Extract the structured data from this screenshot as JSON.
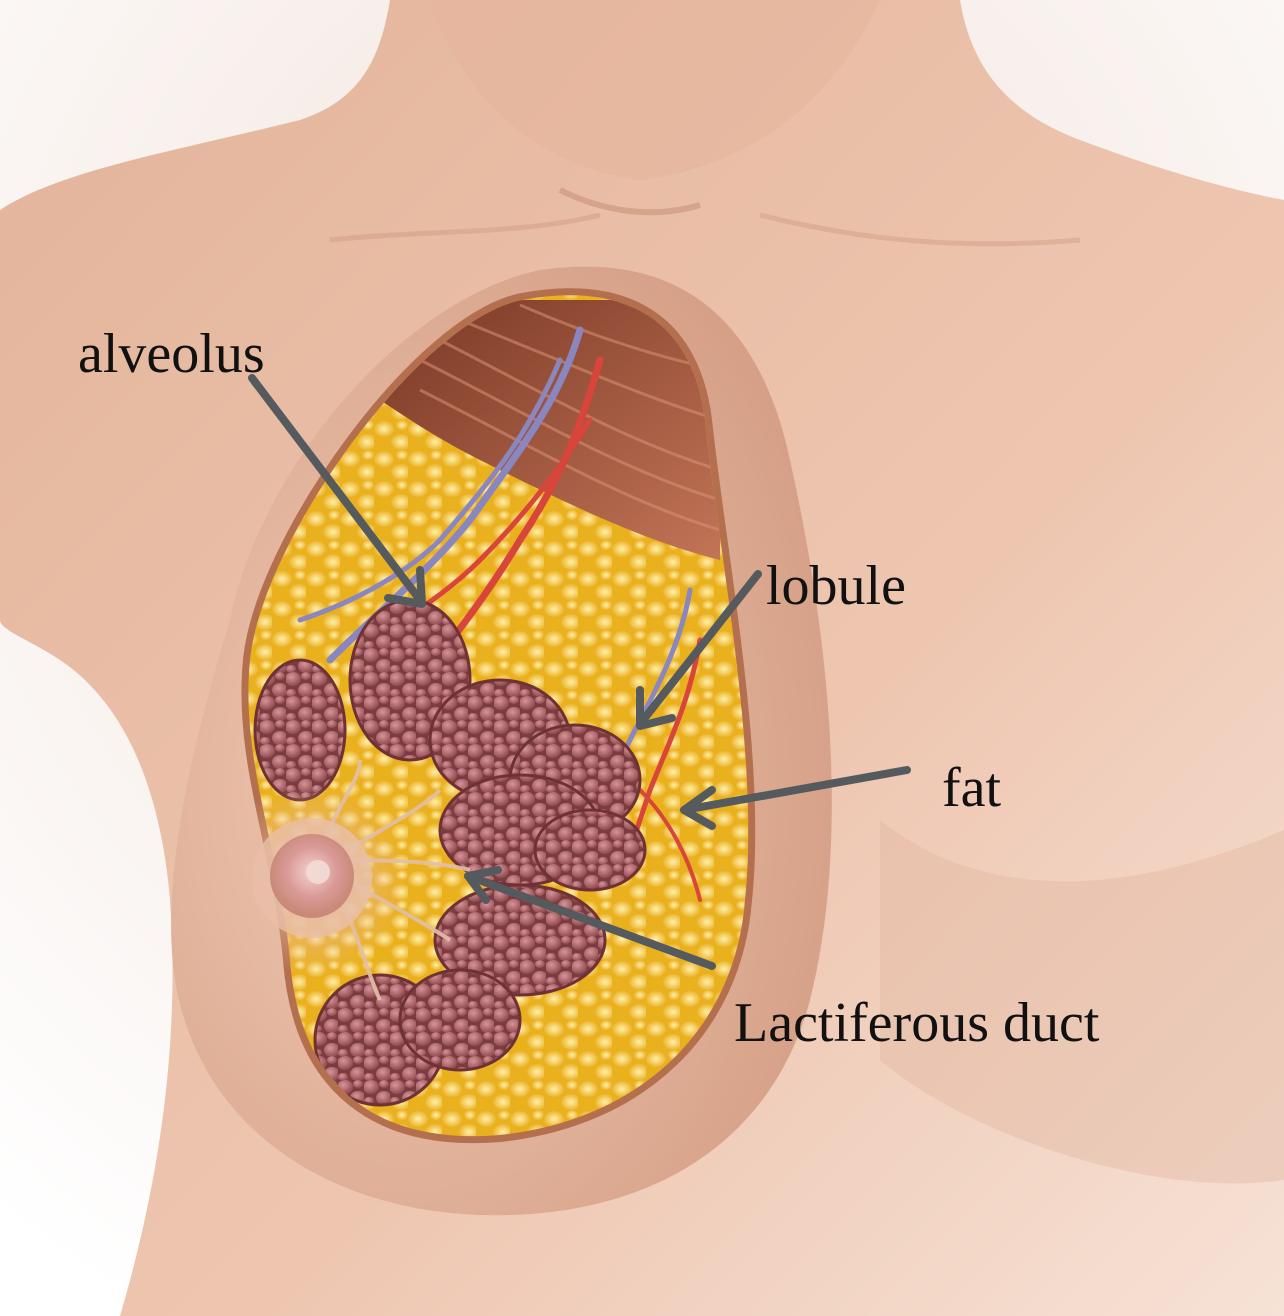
{
  "labels": {
    "alveolus": "alveolus",
    "lobule": "lobule",
    "fat": "fat",
    "duct": "Lactiferous duct"
  },
  "colors": {
    "skin": "#e9bfa6",
    "skin_shadow": "#c9917a",
    "fat": "#f4c22c",
    "fat_highlight": "#fde38a",
    "lobule": "#9a5558",
    "lobule_light": "#c98287",
    "muscle": "#a9573f",
    "artery": "#d8453a",
    "vein": "#8a86c0",
    "arrow": "#555a5e"
  }
}
